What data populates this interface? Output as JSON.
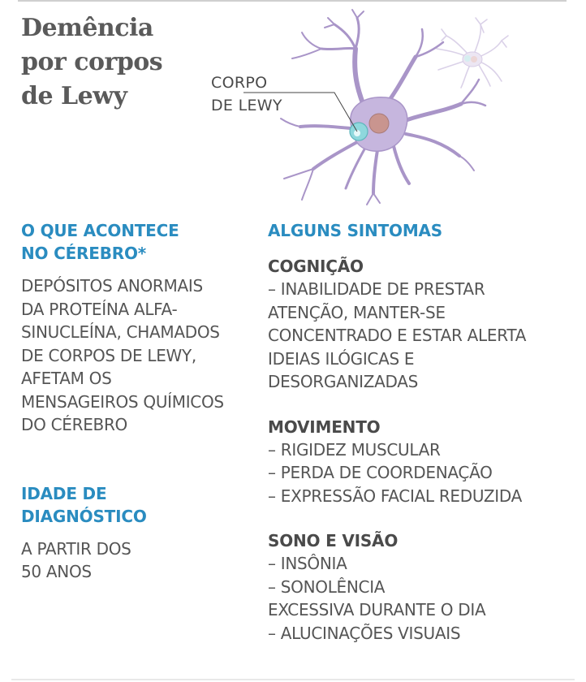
{
  "title": {
    "lines": [
      "Demência",
      "por corpos",
      "de Lewy"
    ]
  },
  "illustration": {
    "callout_lines": [
      "CORPO",
      "DE LEWY"
    ],
    "colors": {
      "neuron": "#a58fc4",
      "lewy_body": "#7fd3d8",
      "nucleus": "#c9958f"
    }
  },
  "left_column": {
    "section1": {
      "heading_lines": [
        "O QUE ACONTECE",
        "NO CÉREBRO*"
      ],
      "body_lines": [
        "DEPÓSITOS ANORMAIS",
        "DA PROTEÍNA ALFA-",
        "SINUCLEÍNA, CHAMADOS",
        "DE CORPOS DE LEWY,",
        "AFETAM OS",
        "MENSAGEIROS QUÍMICOS",
        "DO CÉREBRO"
      ]
    },
    "section2": {
      "heading_lines": [
        "IDADE DE",
        "DIAGNÓSTICO"
      ],
      "body_lines": [
        "A PARTIR DOS",
        "50 ANOS"
      ]
    }
  },
  "right_column": {
    "heading": "ALGUNS SINTOMAS",
    "groups": [
      {
        "title": "COGNIÇÃO",
        "lines": [
          "– INABILIDADE DE PRESTAR",
          "ATENÇÃO, MANTER-SE",
          "CONCENTRADO E ESTAR ALERTA",
          "IDEIAS ILÓGICAS E",
          "DESORGANIZADAS"
        ]
      },
      {
        "title": "MOVIMENTO",
        "lines": [
          "– RIGIDEZ MUSCULAR",
          "– PERDA DE COORDENAÇÃO",
          "– EXPRESSÃO FACIAL REDUZIDA"
        ]
      },
      {
        "title": "SONO E VISÃO",
        "lines": [
          "– INSÔNIA",
          "– SONOLÊNCIA",
          "EXCESSIVA DURANTE O DIA",
          "– ALUCINAÇÕES VISUAIS"
        ]
      }
    ]
  },
  "colors": {
    "accent_blue": "#2a8cc0",
    "title_gray": "#5a5a5a",
    "body_gray": "#555555"
  }
}
